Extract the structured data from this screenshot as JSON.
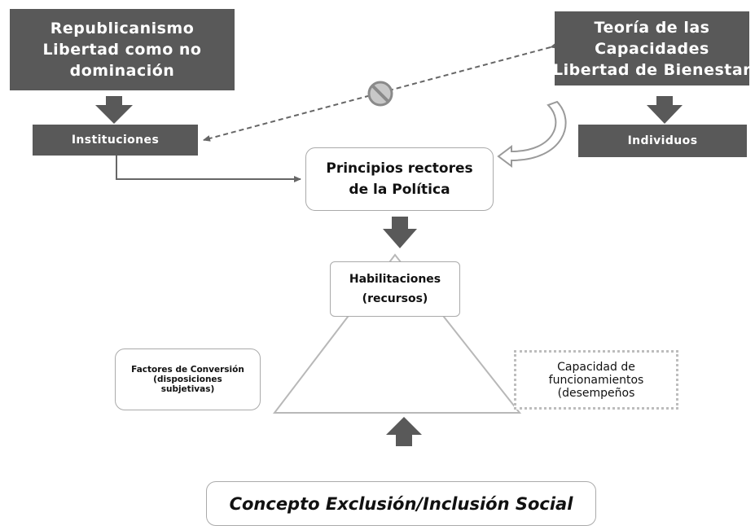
{
  "top_left": {
    "lines": [
      "Republicanismo",
      "Libertad como no",
      "dominación"
    ]
  },
  "top_right": {
    "lines": [
      "Teoría de las",
      "Capacidades",
      "Libertad de Bienestar"
    ]
  },
  "instituciones": "Instituciones",
  "individuos": "Individuos",
  "principios": {
    "lines": [
      "Principios rectores",
      "de la Política"
    ]
  },
  "habilitaciones": {
    "lines": [
      "Habilitaciones",
      "(recursos)"
    ]
  },
  "factores": {
    "lines": [
      "Factores de Conversión",
      "(disposiciones",
      "subjetivas)"
    ]
  },
  "capacidad": {
    "lines": [
      "Capacidad de",
      "funcionamientos",
      "(desempeños"
    ]
  },
  "concepto": "Concepto Exclusión/Inclusión Social",
  "colors": {
    "dark_box": "#595959",
    "connector": "#555555",
    "outline": "#aaaaaa"
  }
}
